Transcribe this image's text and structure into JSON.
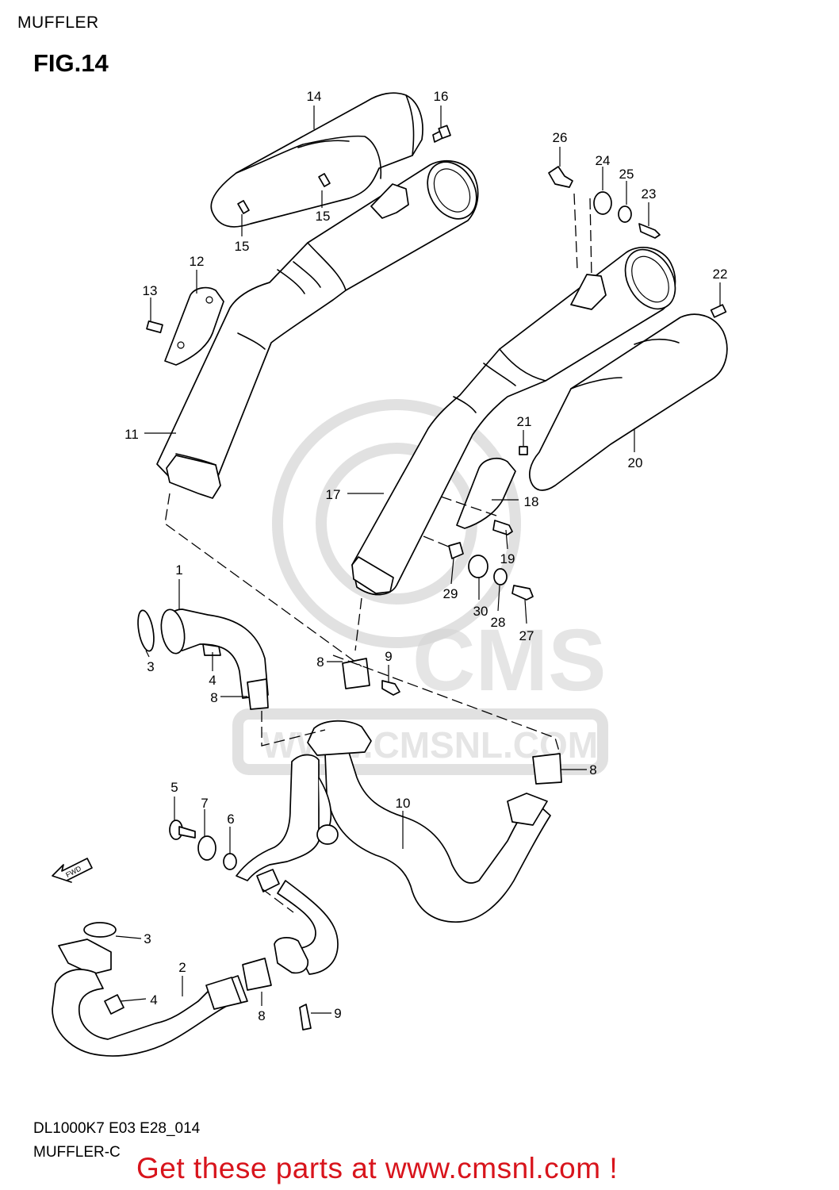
{
  "header": {
    "section": "MUFFLER",
    "figure": "FIG.14"
  },
  "footer": {
    "model_code": "DL1000K7 E03 E28_014",
    "subtitle": "MUFFLER-C",
    "promo": "Get these parts at www.cmsnl.com !"
  },
  "watermark": {
    "brand": "CMS",
    "url": "WWW.CMSNL.COM"
  },
  "fwd_label": "FWD",
  "colors": {
    "promo": "#d8141c",
    "line": "#000000",
    "watermark": "#c8c8c8"
  },
  "callouts": [
    {
      "id": "c14",
      "label": "14"
    },
    {
      "id": "c16",
      "label": "16"
    },
    {
      "id": "c26",
      "label": "26"
    },
    {
      "id": "c24",
      "label": "24"
    },
    {
      "id": "c25",
      "label": "25"
    },
    {
      "id": "c23",
      "label": "23"
    },
    {
      "id": "c15a",
      "label": "15"
    },
    {
      "id": "c15b",
      "label": "15"
    },
    {
      "id": "c12",
      "label": "12"
    },
    {
      "id": "c13",
      "label": "13"
    },
    {
      "id": "c22",
      "label": "22"
    },
    {
      "id": "c11",
      "label": "11"
    },
    {
      "id": "c21",
      "label": "21"
    },
    {
      "id": "c20",
      "label": "20"
    },
    {
      "id": "c17",
      "label": "17"
    },
    {
      "id": "c18",
      "label": "18"
    },
    {
      "id": "c19",
      "label": "19"
    },
    {
      "id": "c1",
      "label": "1"
    },
    {
      "id": "c29",
      "label": "29"
    },
    {
      "id": "c30",
      "label": "30"
    },
    {
      "id": "c28",
      "label": "28"
    },
    {
      "id": "c27",
      "label": "27"
    },
    {
      "id": "c3a",
      "label": "3"
    },
    {
      "id": "c4a",
      "label": "4"
    },
    {
      "id": "c8a",
      "label": "8"
    },
    {
      "id": "c9a",
      "label": "9"
    },
    {
      "id": "c8b",
      "label": "8"
    },
    {
      "id": "c8c",
      "label": "8"
    },
    {
      "id": "c5",
      "label": "5"
    },
    {
      "id": "c7",
      "label": "7"
    },
    {
      "id": "c6",
      "label": "6"
    },
    {
      "id": "c10",
      "label": "10"
    },
    {
      "id": "c3b",
      "label": "3"
    },
    {
      "id": "c2",
      "label": "2"
    },
    {
      "id": "c4b",
      "label": "4"
    },
    {
      "id": "c8d",
      "label": "8"
    },
    {
      "id": "c9b",
      "label": "9"
    }
  ]
}
